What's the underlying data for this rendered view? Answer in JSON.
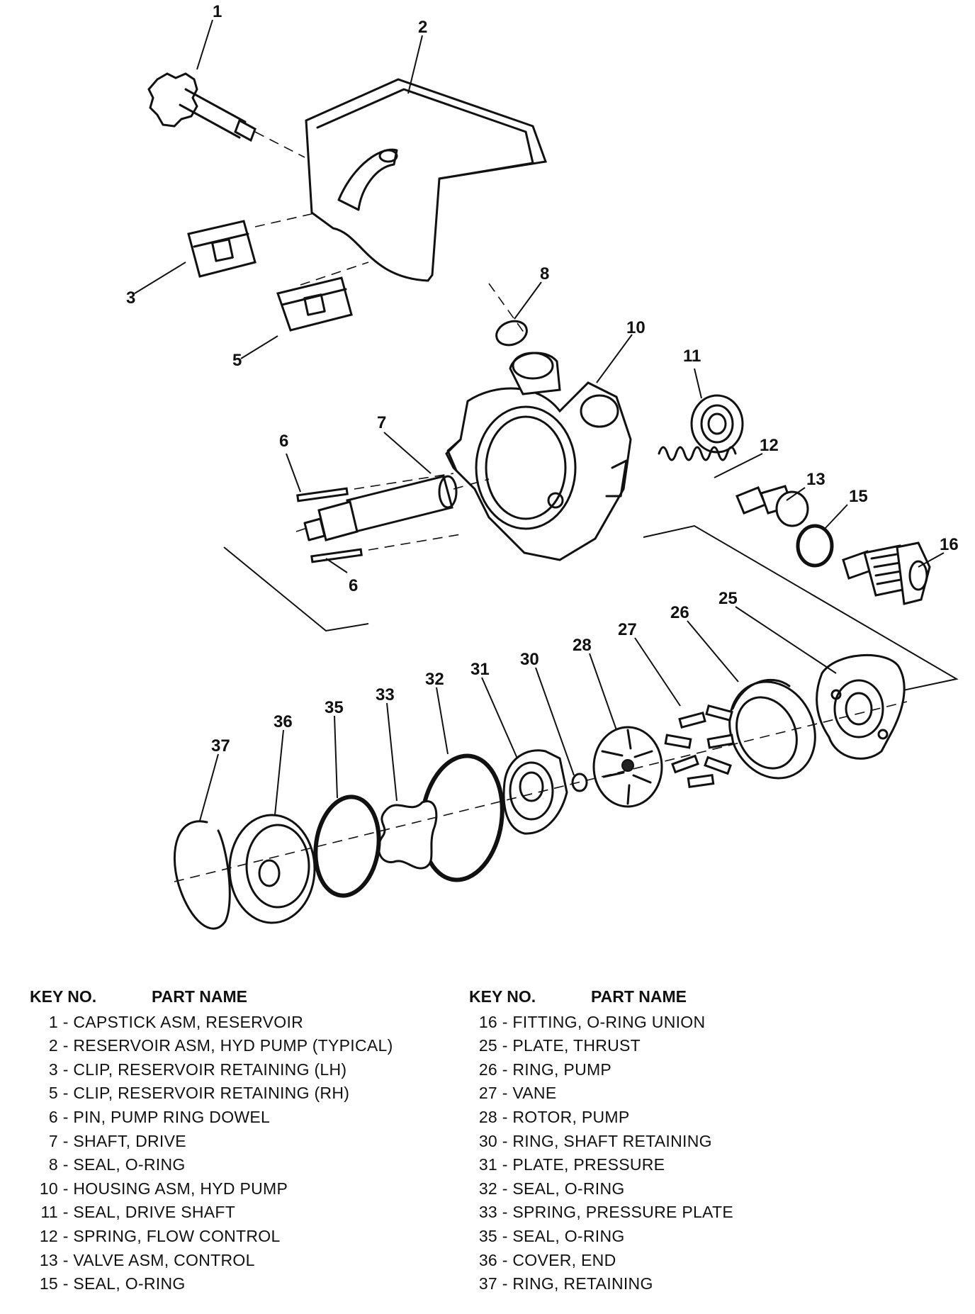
{
  "callouts": [
    "1",
    "2",
    "3",
    "5",
    "8",
    "10",
    "11",
    "12",
    "13",
    "15",
    "16",
    "6",
    "7",
    "6",
    "25",
    "26",
    "27",
    "28",
    "30",
    "31",
    "32",
    "33",
    "35",
    "36",
    "37"
  ],
  "legend_left": {
    "header_key": "KEY NO.",
    "header_name": "PART NAME",
    "rows": [
      {
        "key": "1",
        "name": "CAPSTICK ASM, RESERVOIR"
      },
      {
        "key": "2",
        "name": "RESERVOIR ASM, HYD PUMP (TYPICAL)"
      },
      {
        "key": "3",
        "name": "CLIP, RESERVOIR RETAINING (LH)"
      },
      {
        "key": "5",
        "name": "CLIP, RESERVOIR RETAINING (RH)"
      },
      {
        "key": "6",
        "name": "PIN, PUMP RING DOWEL"
      },
      {
        "key": "7",
        "name": "SHAFT, DRIVE"
      },
      {
        "key": "8",
        "name": "SEAL, O-RING"
      },
      {
        "key": "10",
        "name": "HOUSING ASM, HYD PUMP"
      },
      {
        "key": "11",
        "name": "SEAL, DRIVE SHAFT"
      },
      {
        "key": "12",
        "name": "SPRING, FLOW CONTROL"
      },
      {
        "key": "13",
        "name": "VALVE ASM, CONTROL"
      },
      {
        "key": "15",
        "name": "SEAL, O-RING"
      }
    ]
  },
  "legend_right": {
    "header_key": "KEY NO.",
    "header_name": "PART NAME",
    "rows": [
      {
        "key": "16",
        "name": "FITTING, O-RING UNION"
      },
      {
        "key": "25",
        "name": "PLATE, THRUST"
      },
      {
        "key": "26",
        "name": "RING, PUMP"
      },
      {
        "key": "27",
        "name": "VANE"
      },
      {
        "key": "28",
        "name": "ROTOR, PUMP"
      },
      {
        "key": "30",
        "name": "RING, SHAFT RETAINING"
      },
      {
        "key": "31",
        "name": "PLATE, PRESSURE"
      },
      {
        "key": "32",
        "name": "SEAL, O-RING"
      },
      {
        "key": "33",
        "name": "SPRING, PRESSURE PLATE"
      },
      {
        "key": "35",
        "name": "SEAL, O-RING"
      },
      {
        "key": "36",
        "name": "COVER, END"
      },
      {
        "key": "37",
        "name": "RING, RETAINING"
      }
    ]
  },
  "separator": " - "
}
